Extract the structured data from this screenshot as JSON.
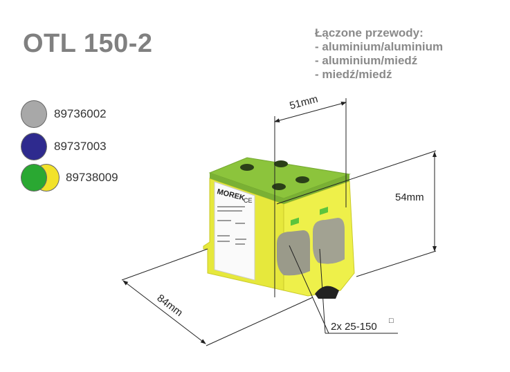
{
  "product": {
    "title": "OTL 150-2",
    "brand_logo": "MOREK",
    "ce_mark": "CE"
  },
  "wire_info": {
    "heading": "Łączone przewody:",
    "items": [
      "- aluminium/aluminium",
      "- aluminium/miedź",
      "- miedź/miedź"
    ]
  },
  "variants": [
    {
      "code": "89736002",
      "colors": [
        "#a8a8a8"
      ]
    },
    {
      "code": "89737003",
      "colors": [
        "#2e2a8e"
      ]
    },
    {
      "code": "89738009",
      "colors": [
        "#2aa832",
        "#f2e22a"
      ]
    }
  ],
  "dimensions": {
    "width": "51mm",
    "height": "54mm",
    "length": "84mm",
    "cross_section": "2x 25-150",
    "cross_section_unit_symbol": "□"
  },
  "colors": {
    "body_yellow": "#e8ea3a",
    "top_green": "#8cc43c",
    "text_gray": "#808080"
  }
}
